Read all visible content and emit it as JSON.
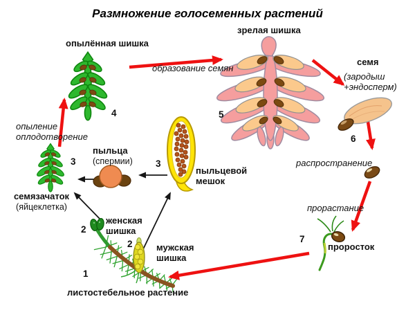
{
  "title": "Размножение голосеменных растений",
  "stages": {
    "plant": {
      "num": "1",
      "label": "листостебельное растение"
    },
    "female_cone": {
      "num": "2",
      "label": "женская шишка"
    },
    "male_cone": {
      "num": "2",
      "label": "мужская шишка"
    },
    "ovule": {
      "num": "3",
      "label": "семязачаток",
      "note": "(яйцеклетка)"
    },
    "pollen": {
      "label": "пыльца",
      "note": "(спермии)"
    },
    "pollen_sac": {
      "num": "3",
      "label": "пыльцевой мешок"
    },
    "pollinated_cone": {
      "num": "4",
      "label": "опылённая шишка"
    },
    "mature_cone": {
      "num": "5",
      "label": "зрелая шишка"
    },
    "seed": {
      "num": "6",
      "label": "семя",
      "note": "(зародыш +эндосперм)"
    },
    "seedling": {
      "num": "7",
      "label": "проросток"
    }
  },
  "processes": {
    "pollination": "опыление оплодотворение",
    "seed_formation": "образование семян",
    "dispersal": "распространение",
    "germination": "прорастание"
  },
  "colors": {
    "arrow_red": "#ee1111",
    "cone_green": "#2eb82e",
    "cone_pink": "#f59e9e",
    "seed_wing_orange": "#fbc98c",
    "pollen_sac_yellow": "#ffe406",
    "pollen_orange": "#ef8b51",
    "seed_brown": "#7c4a12"
  }
}
